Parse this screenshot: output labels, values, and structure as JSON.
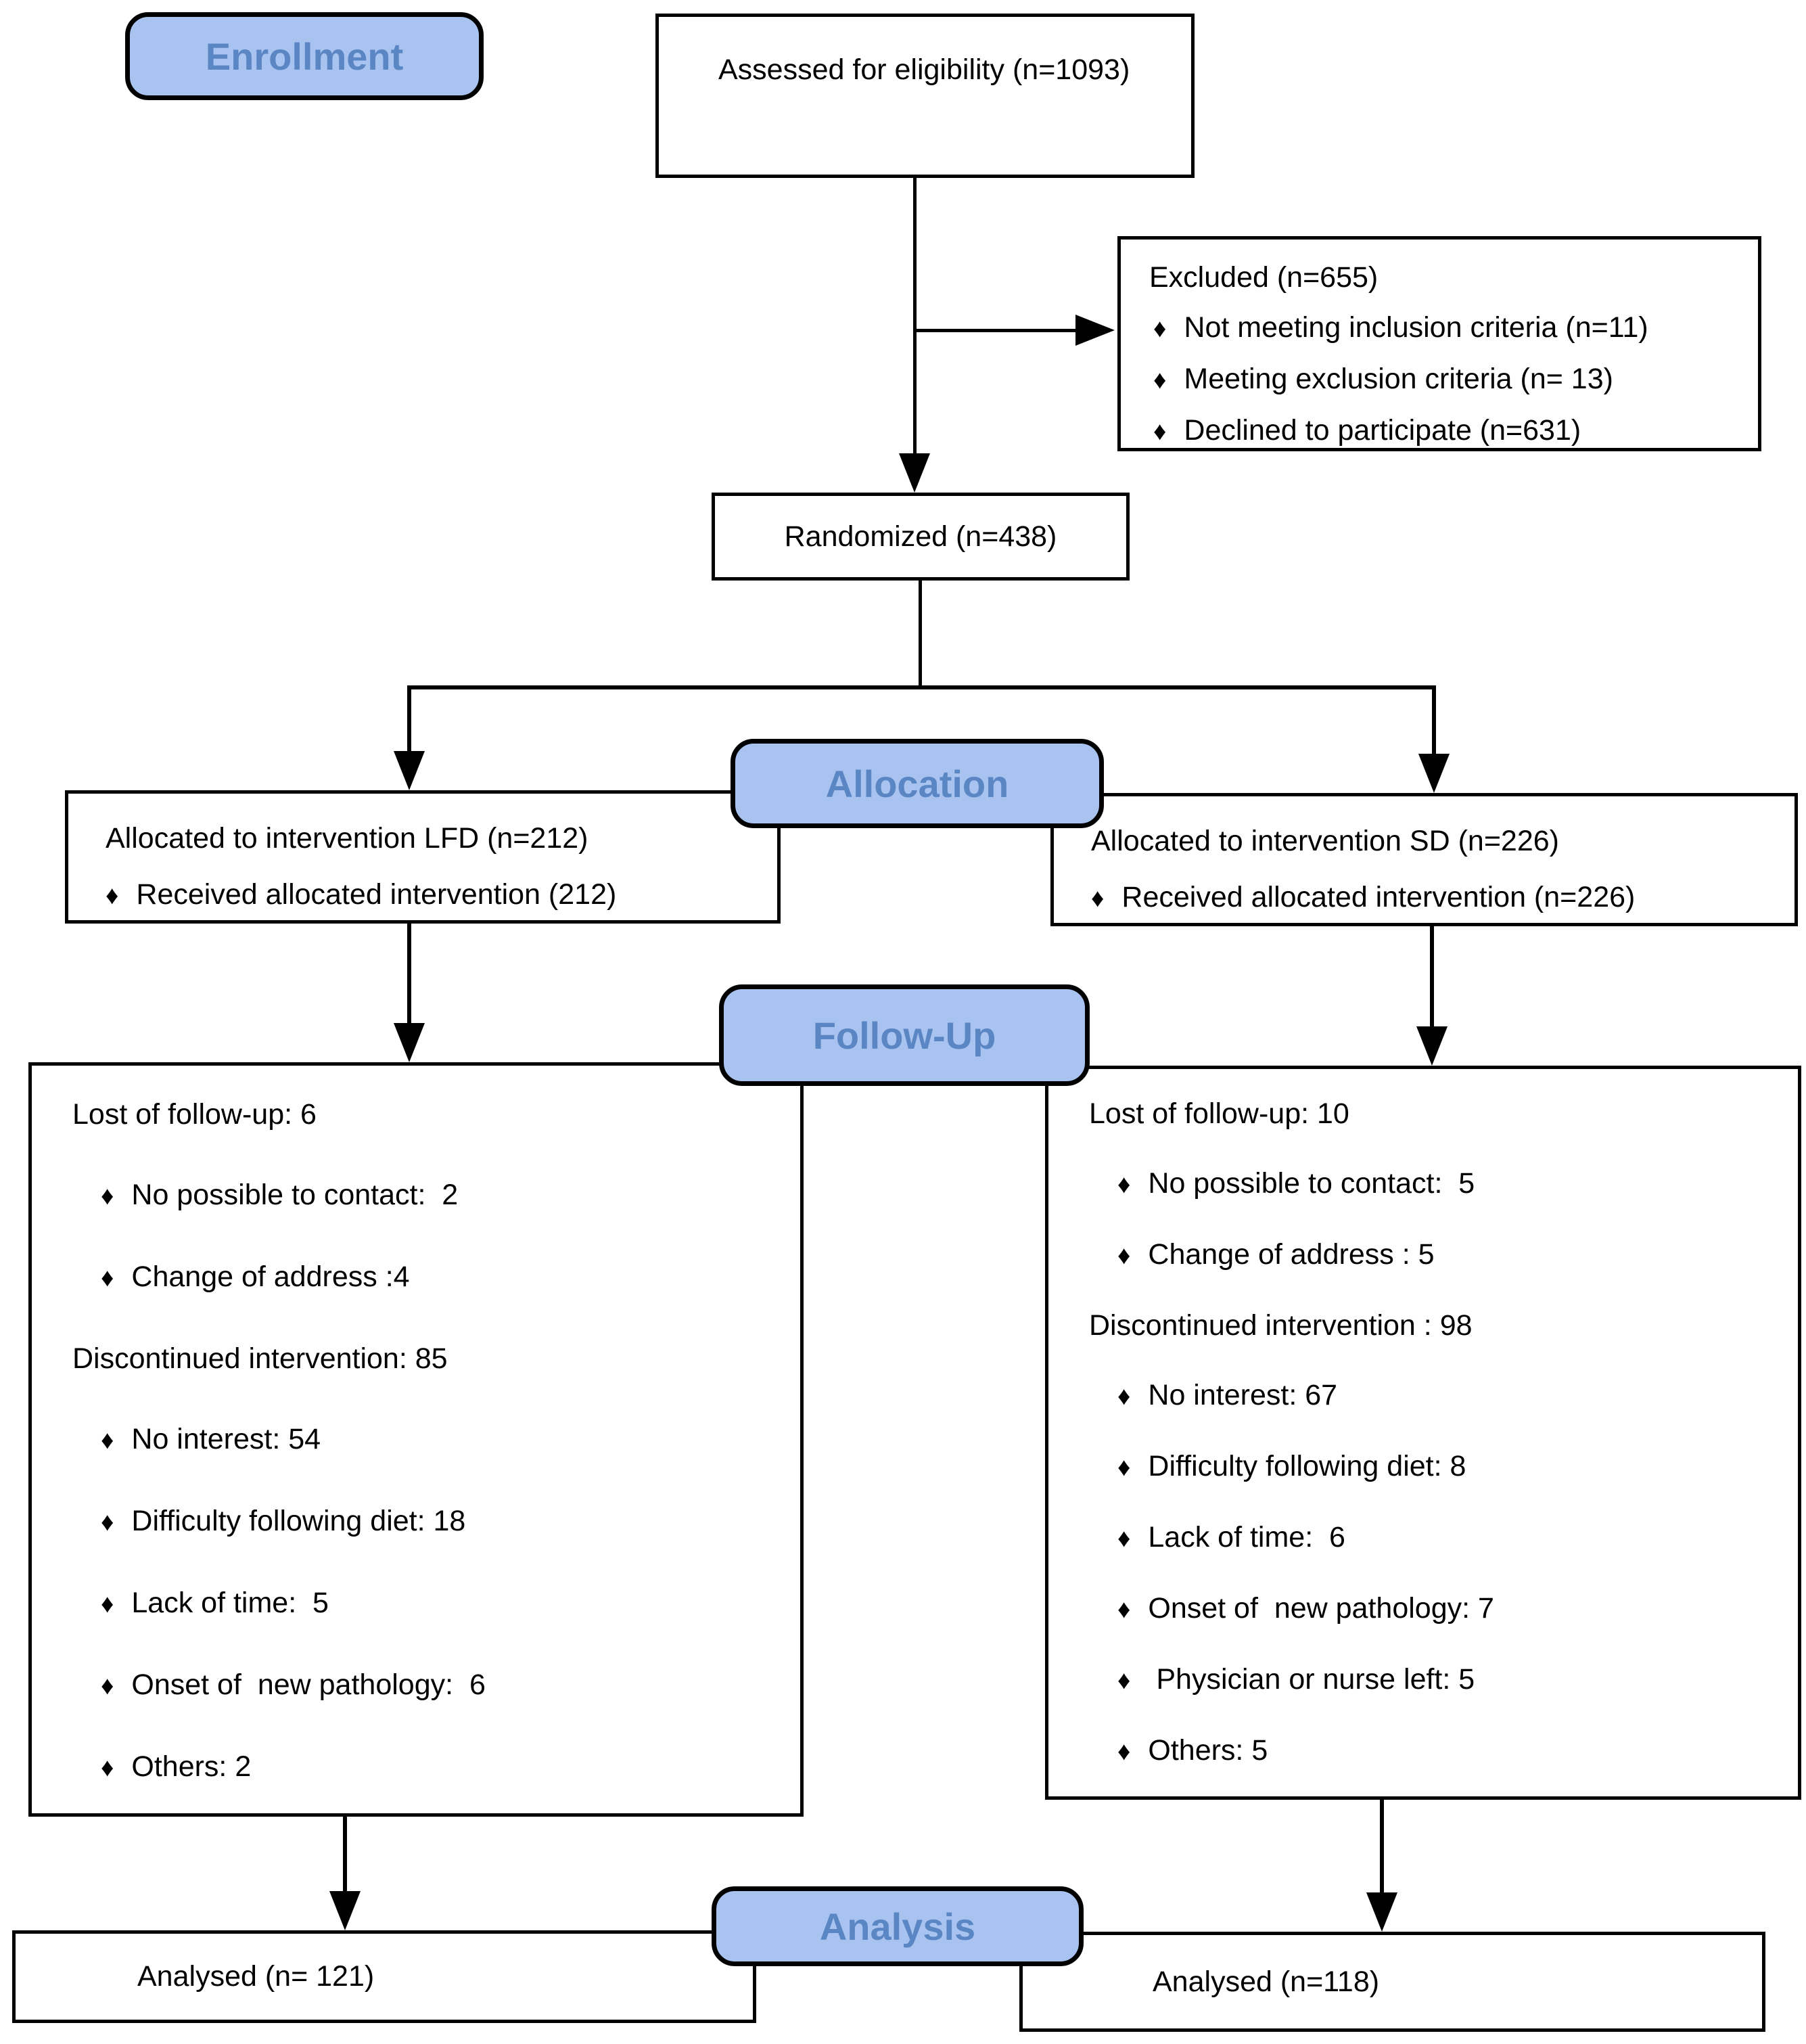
{
  "colors": {
    "label_fill": "#A9C3F0",
    "label_text": "#5B86C4",
    "box_border": "#000000",
    "line_color": "#000000",
    "background": "#FFFFFF"
  },
  "bullet_char": "♦",
  "stage_labels": {
    "enrollment": "Enrollment",
    "allocation": "Allocation",
    "follow_up": "Follow-Up",
    "analysis": "Analysis"
  },
  "assessed": {
    "text": "Assessed for eligibility (n=1093)"
  },
  "excluded": {
    "title": "Excluded (n=655)",
    "items": [
      "Not meeting inclusion criteria (n=11)",
      "Meeting exclusion criteria (n= 13)",
      "Declined to participate (n=631)"
    ]
  },
  "randomized": {
    "text": "Randomized (n=438)"
  },
  "allocation_left": {
    "title": "Allocated to intervention LFD (n=212)",
    "items": [
      "Received allocated intervention (212)"
    ]
  },
  "allocation_right": {
    "title": "Allocated to intervention SD (n=226)",
    "items": [
      "Received allocated intervention (n=226)"
    ]
  },
  "follow_up_left": {
    "lines": [
      {
        "text": "Lost of follow-up: 6",
        "bullet": false
      },
      {
        "text": "No possible to contact:  2",
        "bullet": true
      },
      {
        "text": "Change of address :4",
        "bullet": true
      },
      {
        "text": "Discontinued intervention: 85",
        "bullet": false
      },
      {
        "text": "No interest: 54",
        "bullet": true
      },
      {
        "text": "Difficulty following diet: 18",
        "bullet": true
      },
      {
        "text": "Lack of time:  5",
        "bullet": true
      },
      {
        "text": "Onset of  new pathology:  6",
        "bullet": true
      },
      {
        "text": "Others: 2",
        "bullet": true
      }
    ]
  },
  "follow_up_right": {
    "lines": [
      {
        "text": "Lost of follow-up: 10",
        "bullet": false
      },
      {
        "text": "No possible to contact:  5",
        "bullet": true
      },
      {
        "text": "Change of address : 5",
        "bullet": true
      },
      {
        "text": "Discontinued intervention : 98",
        "bullet": false
      },
      {
        "text": "No interest: 67",
        "bullet": true
      },
      {
        "text": "Difficulty following diet: 8",
        "bullet": true
      },
      {
        "text": "Lack of time:  6",
        "bullet": true
      },
      {
        "text": "Onset of  new pathology: 7",
        "bullet": true
      },
      {
        "text": " Physician or nurse left: 5",
        "bullet": true
      },
      {
        "text": "Others: 5",
        "bullet": true
      }
    ]
  },
  "analysed_left": {
    "text": "Analysed  (n= 121)"
  },
  "analysed_right": {
    "text": "Analysed  (n=118)"
  }
}
